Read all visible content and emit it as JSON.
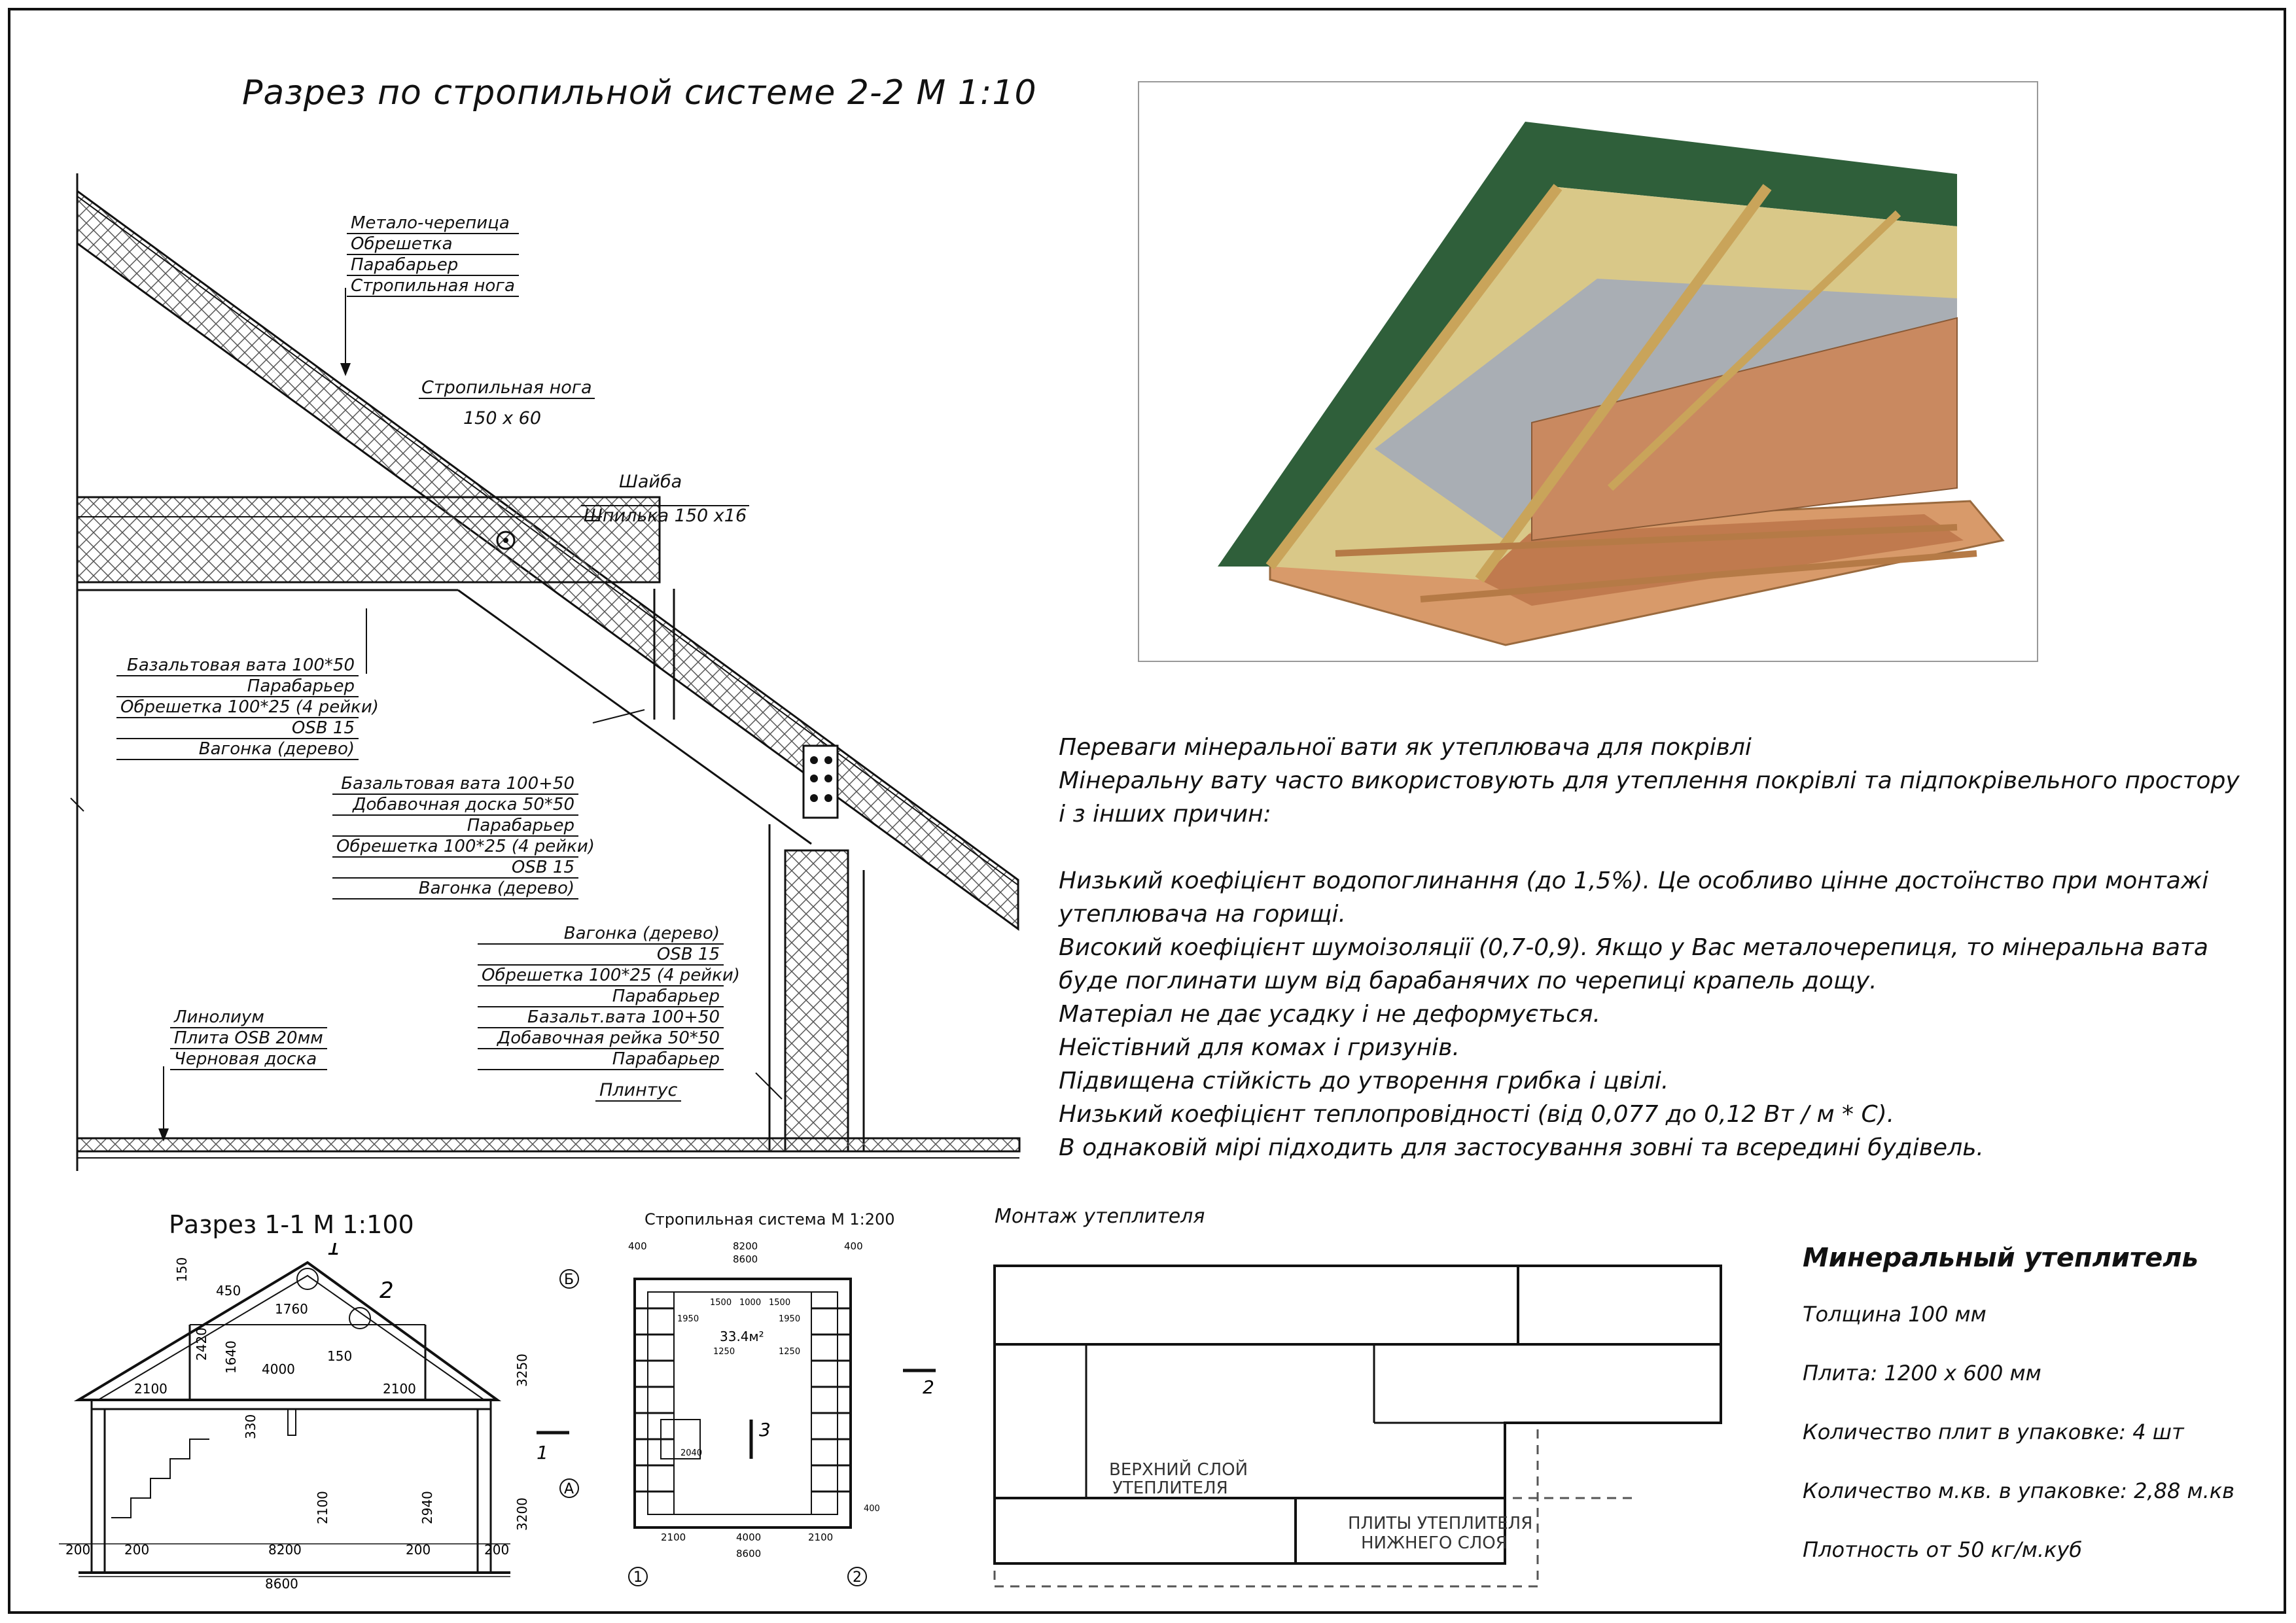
{
  "section_main": {
    "title": "Разрез по стропильной системе 2-2  М 1:10",
    "roof_layers": [
      "Метало-черепица",
      "Обрешетка",
      "Парабарьер",
      "Стропильная нога"
    ],
    "rafter_label": "Стропильная нога",
    "rafter_size": "150 х 60",
    "washer_label": "Шайба",
    "stud_label": "Шпилька 150 х16",
    "ceiling_layers": [
      "Базальтовая вата 100*50",
      "Парабарьер",
      "Обрешетка 100*25 (4 рейки)",
      "OSB 15",
      "Вагонка (дерево)"
    ],
    "slope_layers": [
      "Базальтовая вата 100+50",
      "Добавочная доска 50*50",
      "Парабарьер",
      "Обрешетка 100*25 (4 рейки)",
      "OSB 15",
      "Вагонка (дерево)"
    ],
    "wall_layers": [
      "Вагонка (дерево)",
      "OSB 15",
      "Обрешетка 100*25 (4 рейки)",
      "Парабарьер",
      "Базальт.вата 100+50",
      "Добавочная рейка 50*50",
      "Парабарьер"
    ],
    "floor_layers": [
      "Линолиум",
      "Плита OSB 20мм",
      "Черновая доска"
    ],
    "plinth_label": "Плинтус"
  },
  "benefits": {
    "lines": [
      "Переваги мінеральної вати як утеплювача для покрівлі",
      "Мінеральну вату часто використовують для утеплення покрівлі та підпокрівельного простору",
      "і з інших причин:",
      "",
      "Низький коефіцієнт водопоглинання (до 1,5%). Це особливо цінне достоїнство при монтажі",
      "утеплювача на горищі.",
      "Високий коефіцієнт шумоізоляції (0,7-0,9). Якщо у Вас металочерепиця, то мінеральна вата",
      "буде поглинати шум від барабанячих по черепиці крапель дощу.",
      "Матеріал не дає усадку і не деформується.",
      "Неїстівний для комах і гризунів.",
      "Підвищена стійкість до утворення грибка і цвілі.",
      "Низький коефіцієнт теплопровідності (від 0,077 до 0,12 Вт / м * С).",
      "В однаковій мірі підходить для застосування зовні та всередині будівель."
    ]
  },
  "section_11": {
    "title": "Разрез 1-1  М 1:100",
    "callouts": [
      "1",
      "2"
    ],
    "dims": [
      "450",
      "150",
      "1760",
      "2420",
      "1640",
      "150",
      "4000",
      "2100",
      "2100",
      "330",
      "2100",
      "2940",
      "3250",
      "3200",
      "200",
      "200",
      "8200",
      "200",
      "200",
      "8600"
    ]
  },
  "plan": {
    "title": "Стропильная система М 1:200",
    "axes_letters": [
      "Б",
      "А"
    ],
    "axes_numbers": [
      "1",
      "2"
    ],
    "area": "33.4м²",
    "cut_marks": [
      "1",
      "2",
      "3"
    ],
    "dims": [
      "400",
      "8200",
      "400",
      "8600",
      "2100",
      "4000",
      "2100",
      "8600",
      "1500",
      "1000",
      "1500",
      "1950",
      "1950",
      "2040",
      "1250",
      "1250",
      "400"
    ]
  },
  "insulation": {
    "title": "Монтаж утеплителя",
    "top_layer": [
      "ВЕРХНИЙ СЛОЙ",
      "УТЕПЛИТЕЛЯ"
    ],
    "bottom_layer": [
      "ПЛИТЫ УТЕПЛИТЕЛЯ",
      "НИЖНЕГО СЛОЯ"
    ]
  },
  "spec": {
    "title": "Минеральный утеплитель",
    "items": [
      "Толщина 100 мм",
      "Плита: 1200 х 600 мм",
      "Количество плит в упаковке: 4 шт",
      "Количество м.кв. в упаковке: 2,88 м.кв",
      "Плотность от 50 кг/м.куб"
    ]
  }
}
